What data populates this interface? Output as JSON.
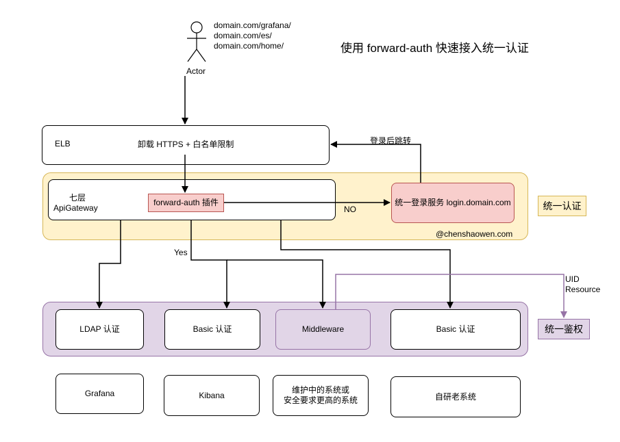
{
  "title": "使用 forward-auth 快速接入统一认证",
  "actor": {
    "label": "Actor",
    "domains": [
      "domain.com/grafana/",
      "domain.com/es/",
      "domain.com/home/"
    ]
  },
  "elb": {
    "name": "ELB",
    "description": "卸载 HTTPS + 白名单限制"
  },
  "gateway": {
    "line1": "七层",
    "line2": "ApiGateway",
    "plugin": "forward-auth 插件"
  },
  "login_service": {
    "label": "统一登录服务 login.domain.com"
  },
  "auth_zone": {
    "label": "统一认证",
    "credit": "@chenshaowen.com"
  },
  "authz_zone": {
    "label": "统一鉴权"
  },
  "edges": {
    "no": "NO",
    "yes": "Yes",
    "redirect": "登录后跳转",
    "uid_line1": "UID",
    "uid_line2": "Resource"
  },
  "auth_methods": [
    "LDAP 认证",
    "Basic 认证",
    "Middleware",
    "Basic 认证"
  ],
  "systems": {
    "grafana": "Grafana",
    "kibana": "Kibana",
    "maint_line1": "维护中的系统或",
    "maint_line2": "安全要求更高的系统",
    "legacy": "自研老系统"
  },
  "colors": {
    "auth_zone_fill": "#fff2cc",
    "auth_zone_stroke": "#d6b656",
    "authz_zone_fill": "#e1d5e7",
    "authz_zone_stroke": "#9673a6",
    "highlight_fill": "#f8cecc",
    "highlight_stroke": "#b85450"
  }
}
